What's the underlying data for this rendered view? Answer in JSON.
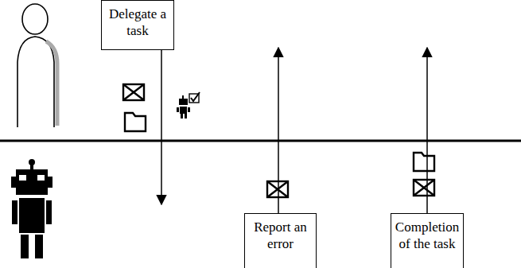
{
  "diagram": {
    "nodes": [
      {
        "text": [
          "Delegate a task"
        ]
      },
      {
        "text": [
          "Report an error"
        ]
      },
      {
        "text": [
          "Completion of the task"
        ]
      }
    ]
  }
}
